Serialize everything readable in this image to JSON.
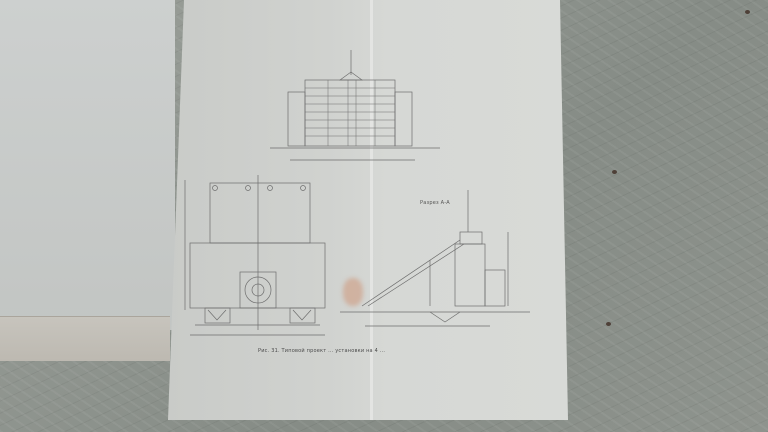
{
  "scene": {
    "description": "Photograph of an unfolded printed technical drawing lying on a grey textured floor",
    "colors": {
      "floor": "#8f958f",
      "paper": "#d4d6d3",
      "left_sheet": "#c9ccca",
      "ink": "#6a6a6a",
      "stain": "#cd9678"
    }
  },
  "drawing": {
    "views": [
      {
        "name": "front-elevation",
        "description": "Multi-storey stepped structure with central mast"
      },
      {
        "name": "plan-view",
        "description": "Plan with columns, central circular unit and hoppers"
      },
      {
        "name": "section-a-a",
        "description": "Section with inclined conveyor and vertical tower"
      }
    ],
    "section_label": "Разрез А-А",
    "caption": "Рис. 31. Типовой проект ... установки на 4 ..."
  }
}
